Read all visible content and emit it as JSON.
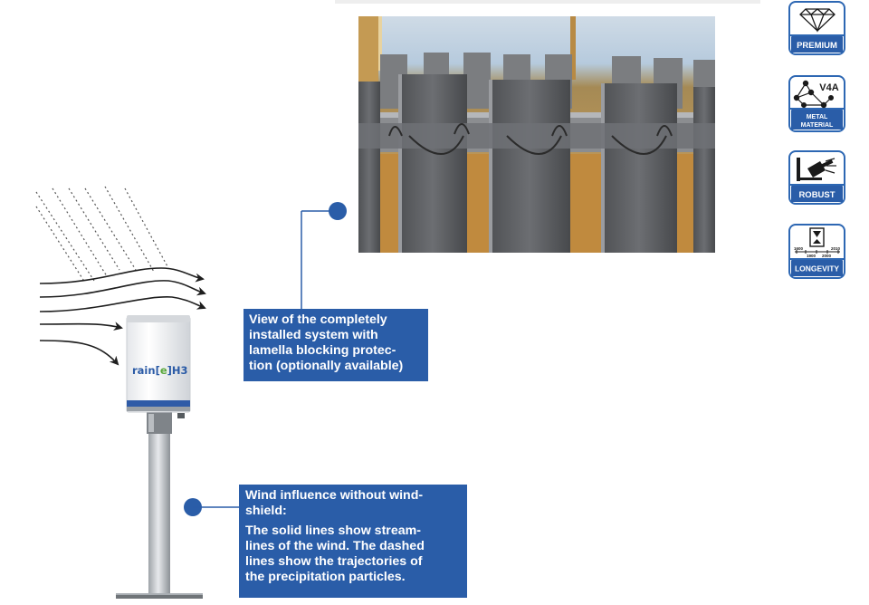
{
  "sensor": {
    "brand_left": "rain",
    "brand_bracket_open": "[",
    "brand_e": "e",
    "brand_bracket_close": "]",
    "brand_right": "H3"
  },
  "callouts": {
    "photo": {
      "lines": [
        "View of the completely",
        "installed system with",
        "lamella blocking protec-",
        "tion (optionally available)"
      ]
    },
    "wind": {
      "title_lines": [
        "Wind influence without wind-",
        "shield:"
      ],
      "body_lines": [
        "The solid lines show stream-",
        "lines of the wind. The dashed",
        "lines show the trajectories of",
        "the precipitation particles."
      ]
    }
  },
  "badges": [
    {
      "label": "PREMIUM",
      "icon": "diamond-icon"
    },
    {
      "label_line1": "METAL",
      "label_line2": "MATERIAL",
      "mark": "V4A",
      "icon": "v4a-molecule-icon"
    },
    {
      "label": "ROBUST",
      "icon": "hammer-wall-icon"
    },
    {
      "label": "LONGEVITY",
      "years_top_left": "1600",
      "years_top_right": "2010",
      "years_bottom_left": "1900",
      "years_bottom_right": "2000",
      "icon": "hourglass-timeline-icon"
    }
  ],
  "colors": {
    "accent_blue": "#2a5da8",
    "badge_border": "#2d67b3",
    "badge_label_bg": "#2a5da8",
    "sensor_stripe": "#2f5ba7",
    "brand_blue": "#2b5ba6",
    "brand_green": "#5aa83c"
  }
}
